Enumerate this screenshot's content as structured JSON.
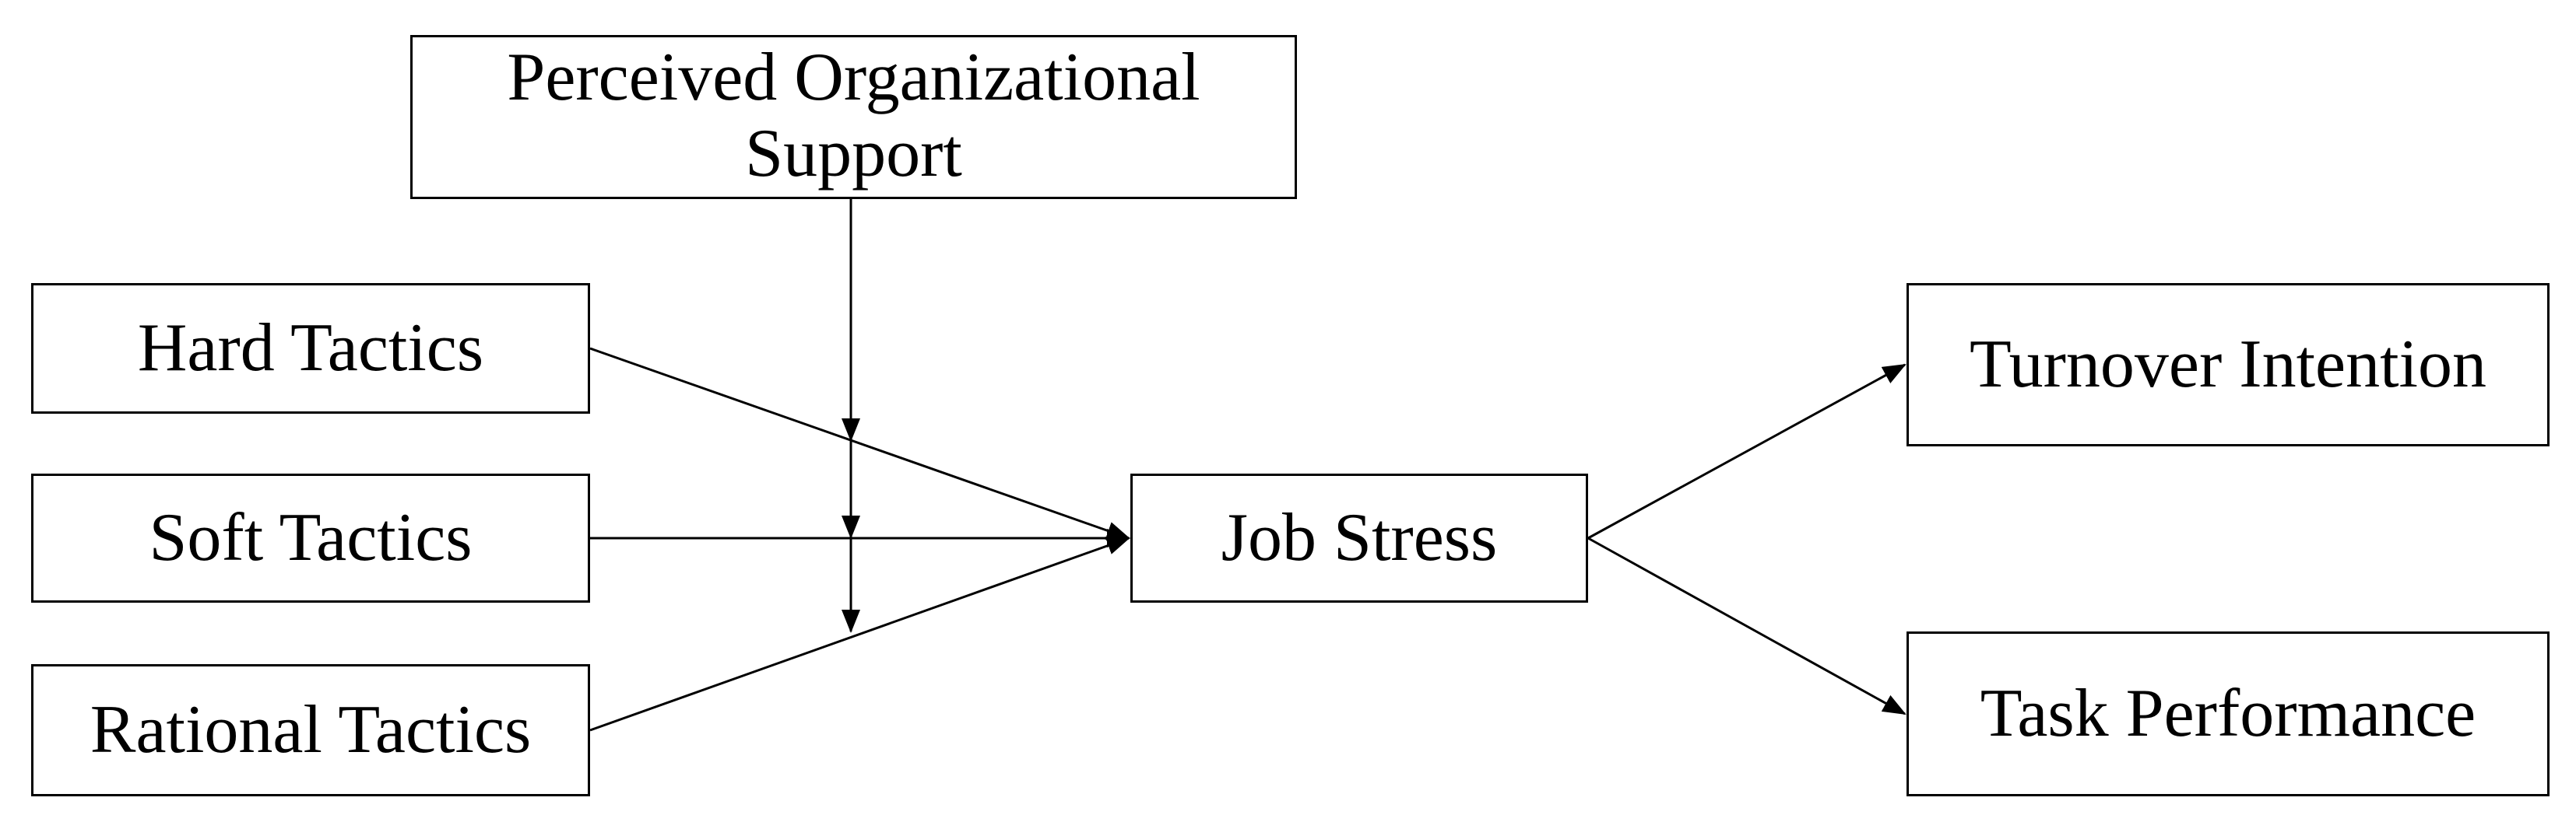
{
  "diagram": {
    "nodes": {
      "perceived_support": {
        "line1": "Perceived Organizational",
        "line2": "Support"
      },
      "hard_tactics": {
        "label": "Hard Tactics"
      },
      "soft_tactics": {
        "label": "Soft Tactics"
      },
      "rational_tactics": {
        "label": "Rational Tactics"
      },
      "job_stress": {
        "label": "Job Stress"
      },
      "turnover_intention": {
        "label": "Turnover Intention"
      },
      "task_performance": {
        "label": "Task Performance"
      }
    },
    "edges": [
      {
        "from": "hard_tactics",
        "to": "job_stress"
      },
      {
        "from": "soft_tactics",
        "to": "job_stress"
      },
      {
        "from": "rational_tactics",
        "to": "job_stress"
      },
      {
        "from": "perceived_support",
        "to": "hard_tactics->job_stress",
        "type": "moderation"
      },
      {
        "from": "perceived_support",
        "to": "soft_tactics->job_stress",
        "type": "moderation"
      },
      {
        "from": "perceived_support",
        "to": "rational_tactics->job_stress",
        "type": "moderation"
      },
      {
        "from": "job_stress",
        "to": "turnover_intention"
      },
      {
        "from": "job_stress",
        "to": "task_performance"
      }
    ],
    "colors": {
      "stroke": "#000000",
      "fill": "#ffffff"
    }
  }
}
